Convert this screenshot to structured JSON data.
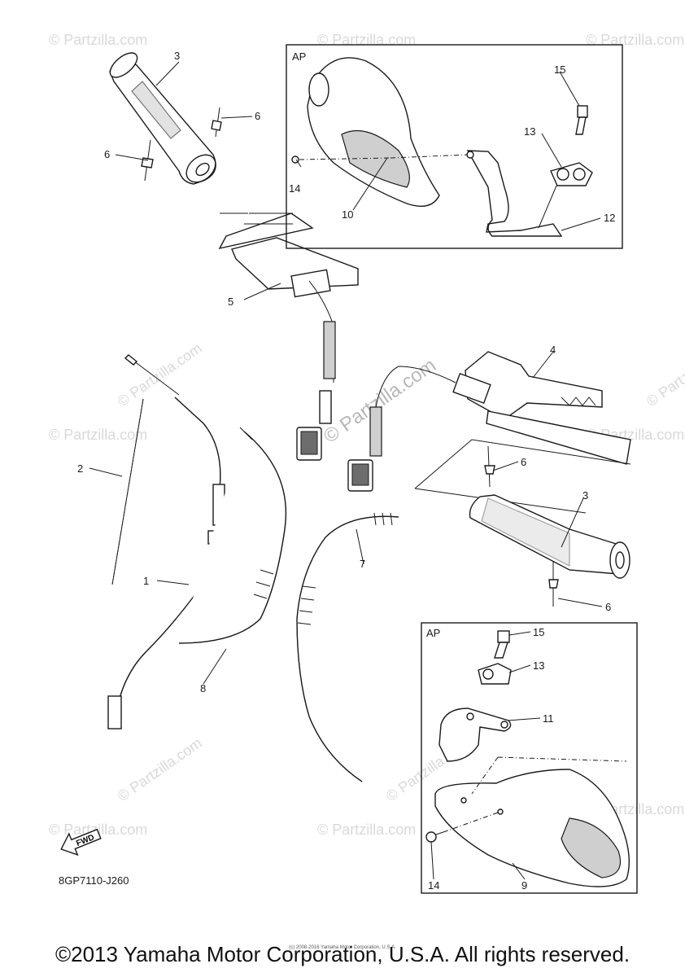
{
  "diagram": {
    "part_code": "8GP7110-J260",
    "ap_label_top": "AP",
    "ap_label_bottom": "AP",
    "fwd_label": "FWD",
    "watermark_text": "© Partzilla.com",
    "callouts": {
      "c1": "1",
      "c2": "2",
      "c3a": "3",
      "c3b": "3",
      "c4": "4",
      "c5": "5",
      "c6a": "6",
      "c6b": "6",
      "c6c": "6",
      "c6d": "6",
      "c7": "7",
      "c8": "8",
      "c9": "9",
      "c10": "10",
      "c11": "11",
      "c12": "12",
      "c13a": "13",
      "c13b": "13",
      "c14a": "14",
      "c14b": "14",
      "c15a": "15",
      "c15b": "15"
    }
  },
  "footer": {
    "copyright": "©2013 Yamaha Motor Corporation, U.S.A. All rights reserved.",
    "small_print": "(c) 2008-2016 Yamaha Motor Corporation, U.S.A."
  }
}
